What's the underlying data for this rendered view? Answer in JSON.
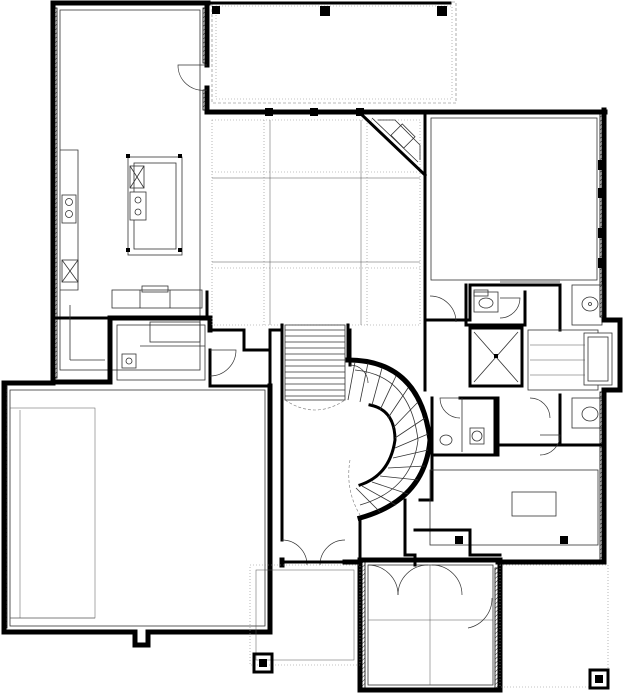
{
  "plan": {
    "type": "floor-plan",
    "rooms": [
      {
        "id": "covered-porch-top",
        "label": ""
      },
      {
        "id": "kitchen",
        "label": ""
      },
      {
        "id": "great-room",
        "label": ""
      },
      {
        "id": "master-bedroom",
        "label": ""
      },
      {
        "id": "master-bath",
        "label": ""
      },
      {
        "id": "garage",
        "label": ""
      },
      {
        "id": "foyer",
        "label": ""
      },
      {
        "id": "study",
        "label": ""
      },
      {
        "id": "front-porch",
        "label": ""
      },
      {
        "id": "pantry",
        "label": ""
      },
      {
        "id": "powder-room",
        "label": ""
      },
      {
        "id": "grand-staircase",
        "label": ""
      }
    ]
  }
}
